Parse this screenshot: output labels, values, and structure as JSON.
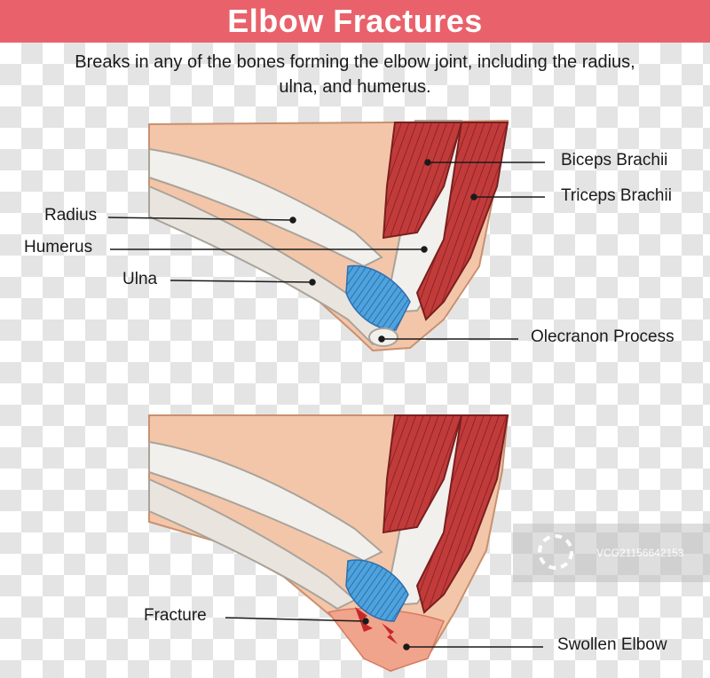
{
  "title": "Elbow Fractures",
  "subtitle_line1": "Breaks in any of the bones forming the elbow joint, including the radius,",
  "subtitle_line2": "ulna, and humerus.",
  "labels": {
    "radius": "Radius",
    "humerus": "Humerus",
    "ulna": "Ulna",
    "biceps": "Biceps Brachii",
    "triceps": "Triceps Brachii",
    "olecranon": "Olecranon Process",
    "fracture": "Fracture",
    "swollen": "Swollen Elbow"
  },
  "watermark": "VCG21156642153",
  "colors": {
    "title_bar": "#e9626b",
    "skin": "#f3c6a9",
    "muscle": "#c23b3b",
    "bone": "#f2f0ec",
    "cartilage": "#4ea3dc",
    "fracture": "#c62828",
    "swelling": "#f0a48c"
  }
}
